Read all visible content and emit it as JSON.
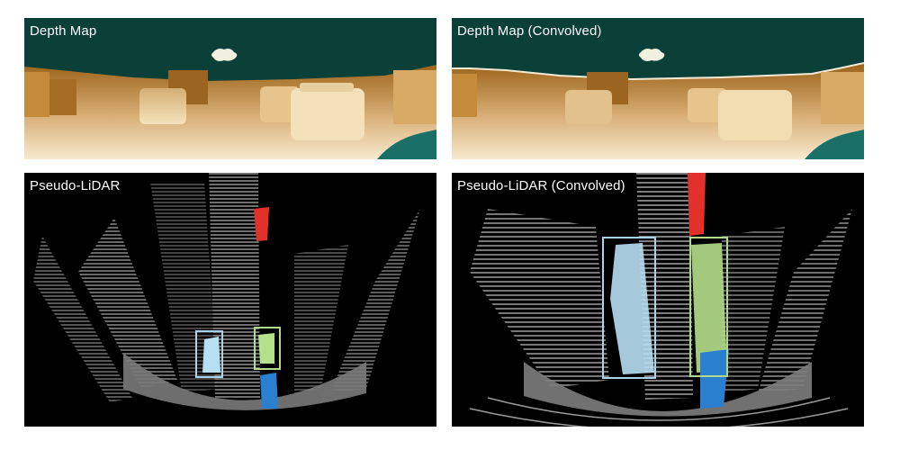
{
  "panels": {
    "depth_map": {
      "label": "Depth Map"
    },
    "depth_map_convolved": {
      "label": "Depth Map  (Convolved)"
    },
    "pseudo_lidar": {
      "label": "Pseudo-LiDAR"
    },
    "pseudo_lidar_convolved": {
      "label": "Pseudo-LiDAR  (Convolved)"
    }
  },
  "colors": {
    "sky": "#0a4038",
    "depth_near": "#f6e8c4",
    "depth_far": "#7a4c10",
    "ground_teal": "#1a6f66",
    "cloud": "#f0f0e0",
    "points_gray": "#8a8a8a",
    "point_red": "#e2302a",
    "point_blue": "#2a7fce",
    "point_lightblue": "#b7dff2",
    "point_green": "#b5e08a",
    "box_lightblue": "#a9d3e8",
    "box_green": "#b3d98a"
  }
}
